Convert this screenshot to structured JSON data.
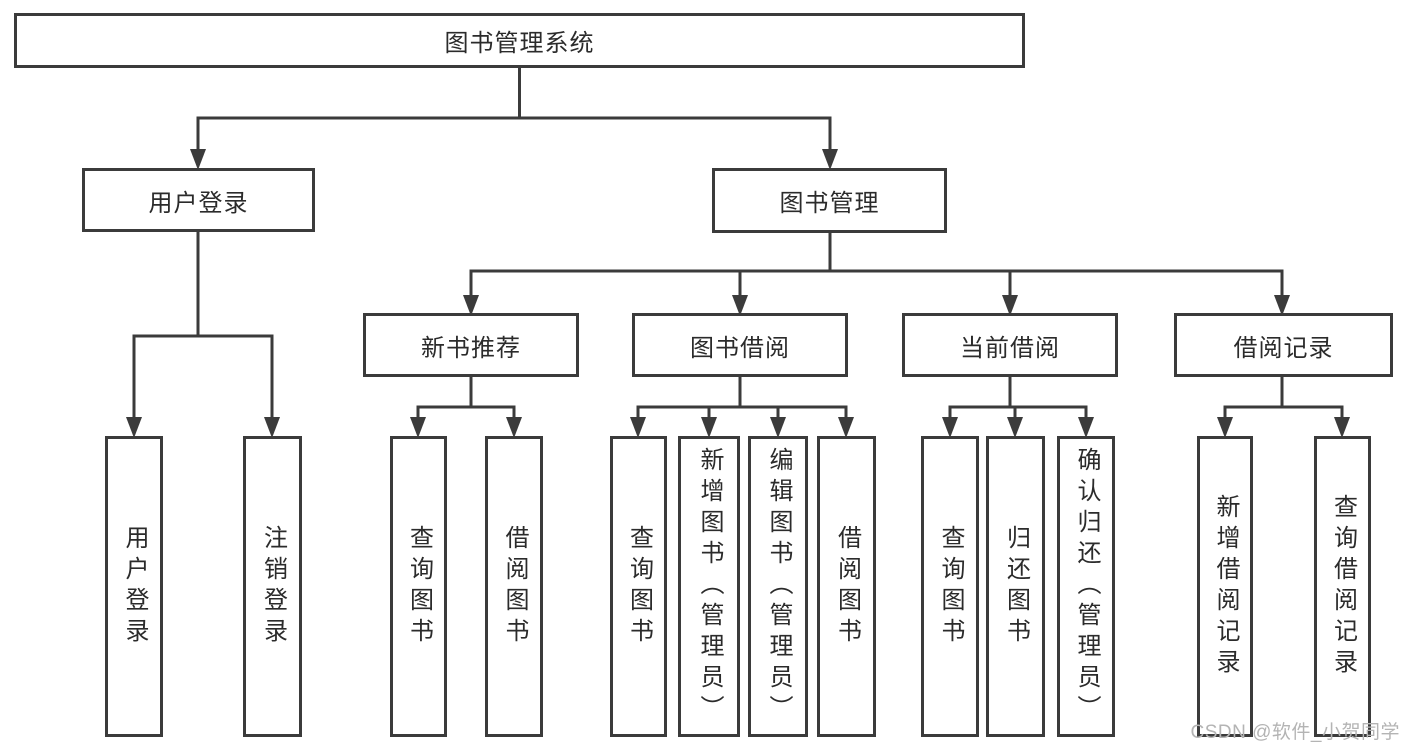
{
  "diagram": {
    "root": {
      "label": "图书管理系统"
    },
    "branches": [
      {
        "label": "用户登录",
        "children": [
          {
            "label": "用户登录"
          },
          {
            "label": "注销登录"
          }
        ]
      },
      {
        "label": "图书管理",
        "groups": [
          {
            "label": "新书推荐",
            "children": [
              {
                "label": "查询图书"
              },
              {
                "label": "借阅图书"
              }
            ]
          },
          {
            "label": "图书借阅",
            "children": [
              {
                "label": "查询图书"
              },
              {
                "label": "新增图书（管理员）"
              },
              {
                "label": "编辑图书（管理员）"
              },
              {
                "label": "借阅图书"
              }
            ]
          },
          {
            "label": "当前借阅",
            "children": [
              {
                "label": "查询图书"
              },
              {
                "label": "归还图书"
              },
              {
                "label": "确认归还（管理员）"
              }
            ]
          },
          {
            "label": "借阅记录",
            "children": [
              {
                "label": "新增借阅记录"
              },
              {
                "label": "查询借阅记录"
              }
            ]
          }
        ]
      }
    ]
  },
  "watermark": {
    "text": "CSDN @软件_小贺同学"
  },
  "colors": {
    "line": "#3b3b3b",
    "text": "#2b2b2b",
    "box_background": "#ffffff",
    "watermark": "#b4b4b4"
  }
}
